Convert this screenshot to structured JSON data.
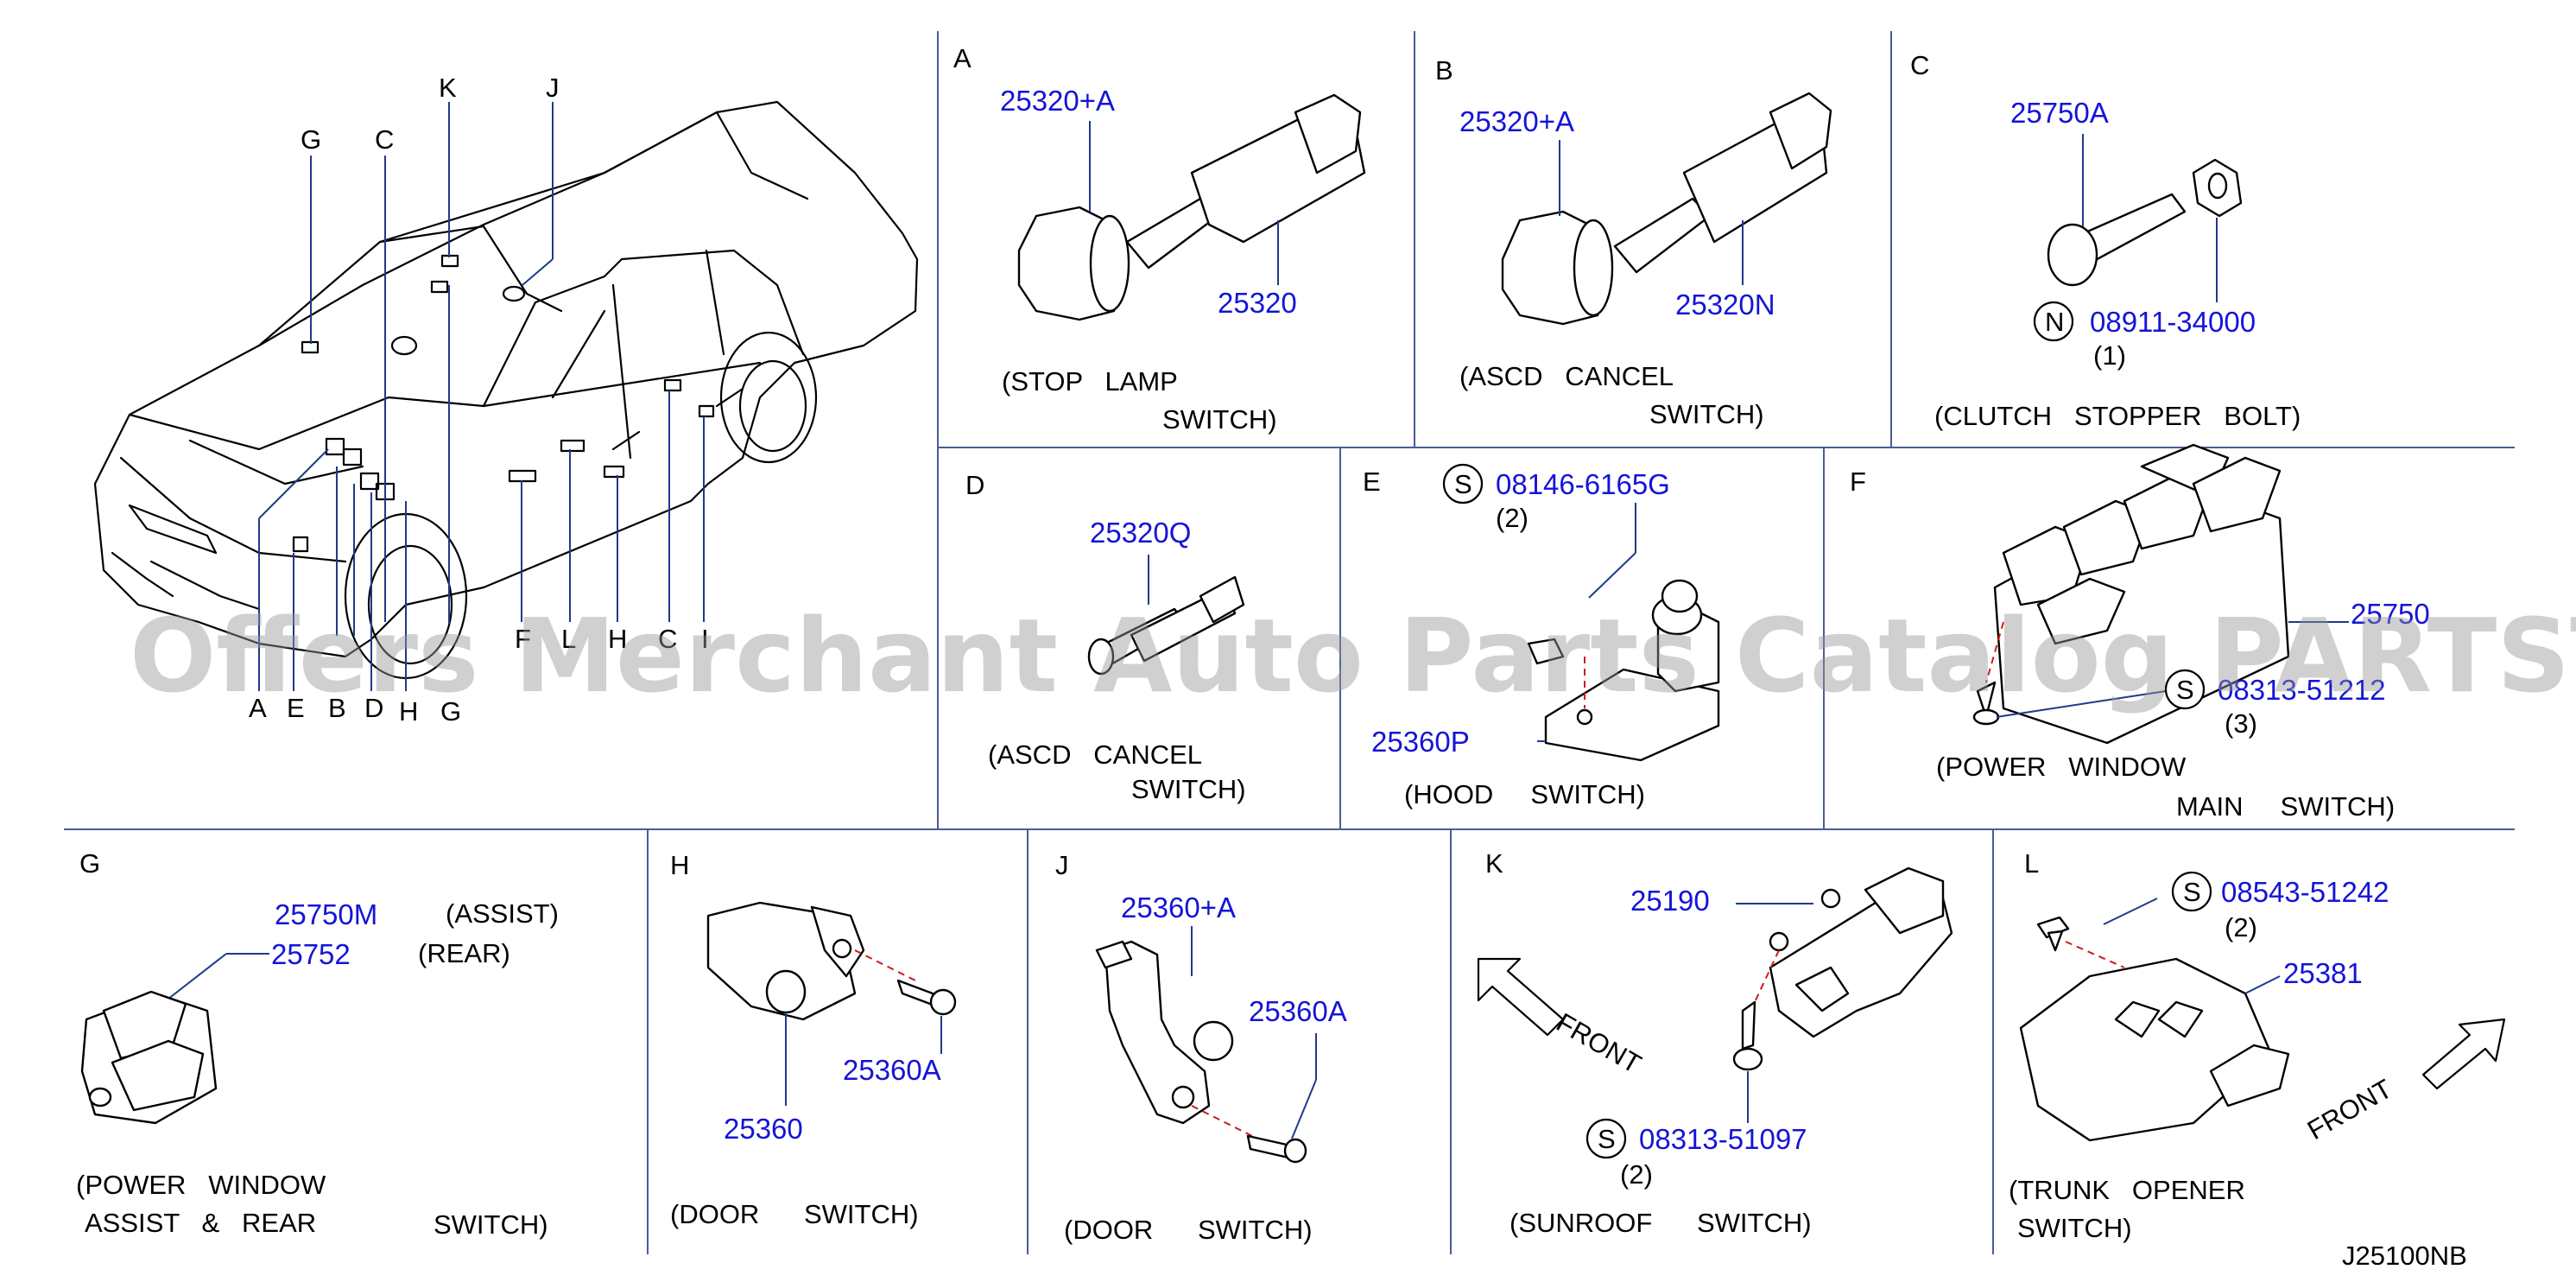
{
  "car_labels": {
    "top": [
      "G",
      "C",
      "K",
      "J"
    ],
    "bottom": [
      "A",
      "E",
      "B",
      "D",
      "H",
      "G",
      "F",
      "L",
      "H",
      "C",
      "I"
    ]
  },
  "panels": {
    "A": {
      "letter": "A",
      "part_main": "25320+A",
      "part_sub": "25320",
      "caption1": "(STOP   LAMP",
      "caption2": "SWITCH)"
    },
    "B": {
      "letter": "B",
      "part_main": "25320+A",
      "part_sub": "25320N",
      "caption1": "(ASCD   CANCEL",
      "caption2": "SWITCH)"
    },
    "C": {
      "letter": "C",
      "part_main": "25750A",
      "symbol": "N",
      "part_sub": "08911-34000",
      "qty": "(1)",
      "caption1": "(CLUTCH   STOPPER   BOLT)"
    },
    "D": {
      "letter": "D",
      "part_main": "25320Q",
      "caption1": "(ASCD   CANCEL",
      "caption2": "SWITCH)"
    },
    "E": {
      "letter": "E",
      "symbol": "S",
      "part_screw": "08146-6165G",
      "qty": "(2)",
      "part_main": "25360P",
      "caption1": "(HOOD     SWITCH)"
    },
    "F": {
      "letter": "F",
      "part_main": "25750",
      "symbol": "S",
      "part_screw": "08313-51212",
      "qty": "(3)",
      "caption1": "(POWER   WINDOW",
      "caption2": "MAIN     SWITCH)"
    },
    "G": {
      "letter": "G",
      "part_a": "25750M",
      "label_a": "(ASSIST)",
      "part_b": "25752",
      "label_b": "(REAR)",
      "caption1": "(POWER   WINDOW",
      "caption2": "ASSIST   &   REAR",
      "caption3": "SWITCH)"
    },
    "H": {
      "letter": "H",
      "part_screw": "25360A",
      "part_main": "25360",
      "caption1": "(DOOR      SWITCH)"
    },
    "J": {
      "letter": "J",
      "part_main": "25360+A",
      "part_screw": "25360A",
      "caption1": "(DOOR      SWITCH)"
    },
    "K": {
      "letter": "K",
      "part_main": "25190",
      "front": "FRONT",
      "symbol": "S",
      "part_screw": "08313-51097",
      "qty": "(2)",
      "caption1": "(SUNROOF      SWITCH)"
    },
    "L": {
      "letter": "L",
      "symbol": "S",
      "part_screw": "08543-51242",
      "qty": "(2)",
      "part_main": "25381",
      "front": "FRONT",
      "caption1": "(TRUNK   OPENER",
      "caption2": "SWITCH)"
    }
  },
  "diagram_code": "J25100NB",
  "watermark": "Offers Merchant Auto Parts Catalog PARTSTORE SA"
}
